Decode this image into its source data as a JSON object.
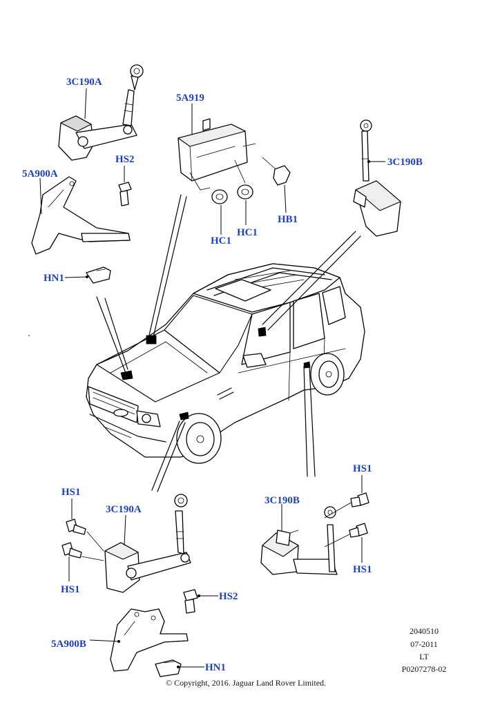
{
  "callouts": {
    "c3C190A_top": "3C190A",
    "c5A919": "5A919",
    "cHS2_top": "HS2",
    "c5A900A": "5A900A",
    "c3C190B_top": "3C190B",
    "cHB1": "HB1",
    "cHC1_left": "HC1",
    "cHC1_right": "HC1",
    "cHN1_top": "HN1",
    "cHS1_left_top": "HS1",
    "c3C190A_bottom": "3C190A",
    "cHS1_left_bottom": "HS1",
    "cHS2_bottom": "HS2",
    "c5A900B": "5A900B",
    "cHN1_bottom": "HN1",
    "c3C190B_bottom": "3C190B",
    "cHS1_right_top": "HS1",
    "cHS1_right_bottom": "HS1"
  },
  "metadata": {
    "code": "2040510",
    "date": "07-2011",
    "region": "LT",
    "part_ref": "P0207278-02"
  },
  "copyright": "© Copyright, 2016. Jaguar Land Rover Limited."
}
